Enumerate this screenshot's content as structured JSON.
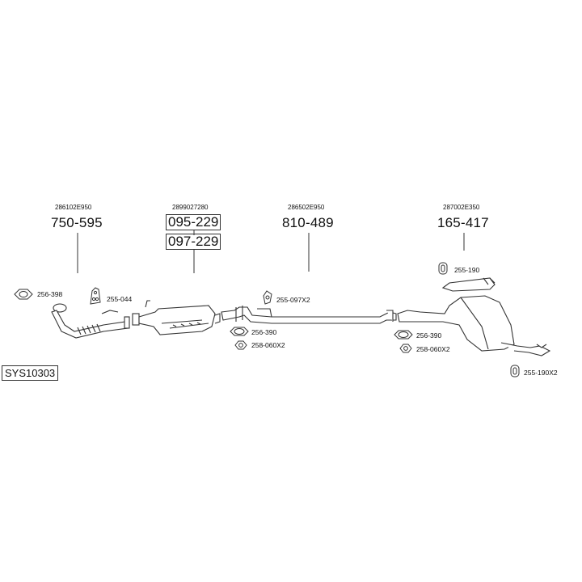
{
  "system_code": "SYS10303",
  "assemblies": [
    {
      "oem": "286102E950",
      "part": "750-595"
    },
    {
      "oem": "2899027280",
      "part_top": "095-229",
      "part_bottom": "097-229"
    },
    {
      "oem": "286502E950",
      "part": "810-489"
    },
    {
      "oem": "287002E350",
      "part": "165-417"
    }
  ],
  "fittings": [
    {
      "code": "256-398",
      "icon": "gasket-icon"
    },
    {
      "code": "255-044",
      "icon": "bracket-icon"
    },
    {
      "code": "255-097X2",
      "icon": "rubber-mount-icon"
    },
    {
      "code": "256-390",
      "icon": "gasket-icon"
    },
    {
      "code": "258-060X2",
      "icon": "nut-icon"
    },
    {
      "code": "256-390",
      "icon": "gasket-icon"
    },
    {
      "code": "258-060X2",
      "icon": "nut-icon"
    },
    {
      "code": "255-190",
      "icon": "rubber-mount-icon"
    },
    {
      "code": "255-190X2",
      "icon": "rubber-mount-icon"
    }
  ]
}
